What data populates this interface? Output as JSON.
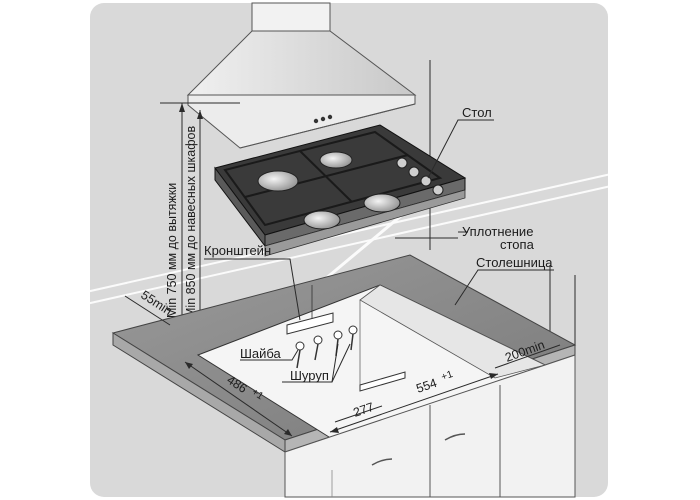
{
  "labels": {
    "hob": "Стол",
    "seal_line1": "Уплотнение",
    "seal_line2": "стопа",
    "bracket": "Кронштейн",
    "countertop": "Столешница",
    "washer": "Шайба",
    "screw": "Шуруп"
  },
  "dimensions": {
    "hood_clearance_1": "Min 750 мм до вытяжки",
    "hood_clearance_2": "Min 850 мм до навесных шкафов",
    "front_edge": "55min",
    "back_edge": "200min",
    "depth": "486",
    "depth_tol": "+1",
    "depth_tol_minus": "-",
    "width": "554",
    "width_tol": "+1",
    "width_tol_minus": "-",
    "half_width": "277"
  },
  "colors": {
    "panel": "#d9d9d9",
    "countertop": "#8c8c8c",
    "hob_glass": "#333333",
    "cabinet": "#f2f2f2",
    "watermark": "#ffffff"
  }
}
